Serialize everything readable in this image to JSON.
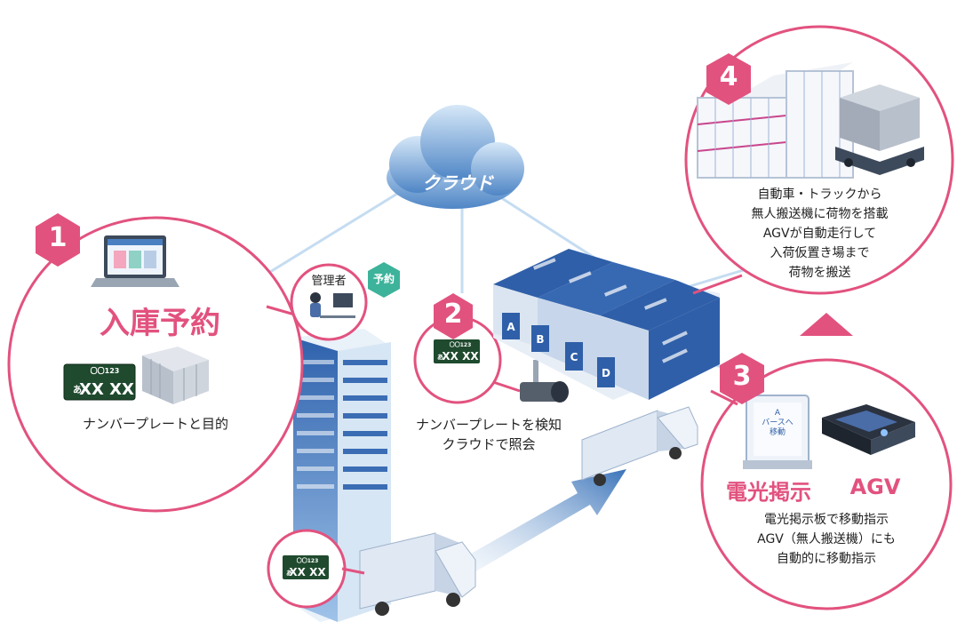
{
  "cloud": {
    "label": "クラウド"
  },
  "step1": {
    "number": "1",
    "title": "入庫予約",
    "caption": "ナンバープレートと目的",
    "plate": {
      "region": "〇〇123",
      "kana": "あ",
      "number": "XX XX"
    }
  },
  "manager": {
    "label": "管理者",
    "badge": "予約"
  },
  "step2": {
    "number": "2",
    "caption_lines": [
      "ナンバープレートを検知",
      "クラウドで照会"
    ],
    "plate": {
      "region": "〇〇123",
      "kana": "あ",
      "number": "XX XX"
    }
  },
  "warehouse": {
    "doors": [
      "A",
      "B",
      "C",
      "D"
    ]
  },
  "step3": {
    "number": "3",
    "sign_text": "A\nバースへ\n移動",
    "label_sign": "電光掲示",
    "label_agv": "AGV",
    "caption_lines": [
      "電光掲示板で移動指示",
      "AGV（無人搬送機）にも",
      "自動的に移動指示"
    ]
  },
  "step4": {
    "number": "4",
    "caption_lines": [
      "自動車・トラックから",
      "無人搬送機に荷物を搭載",
      "AGVが自動走行して",
      "入荷仮置き場まで",
      "荷物を搬送"
    ]
  },
  "truck_plate": {
    "region": "〇〇123",
    "kana": "あ",
    "number": "XX XX"
  },
  "colors": {
    "accent": "#e2527f",
    "blue": "#2f5fa8",
    "light_blue": "#bcd6ef",
    "plate_green": "#1f4a2e"
  }
}
